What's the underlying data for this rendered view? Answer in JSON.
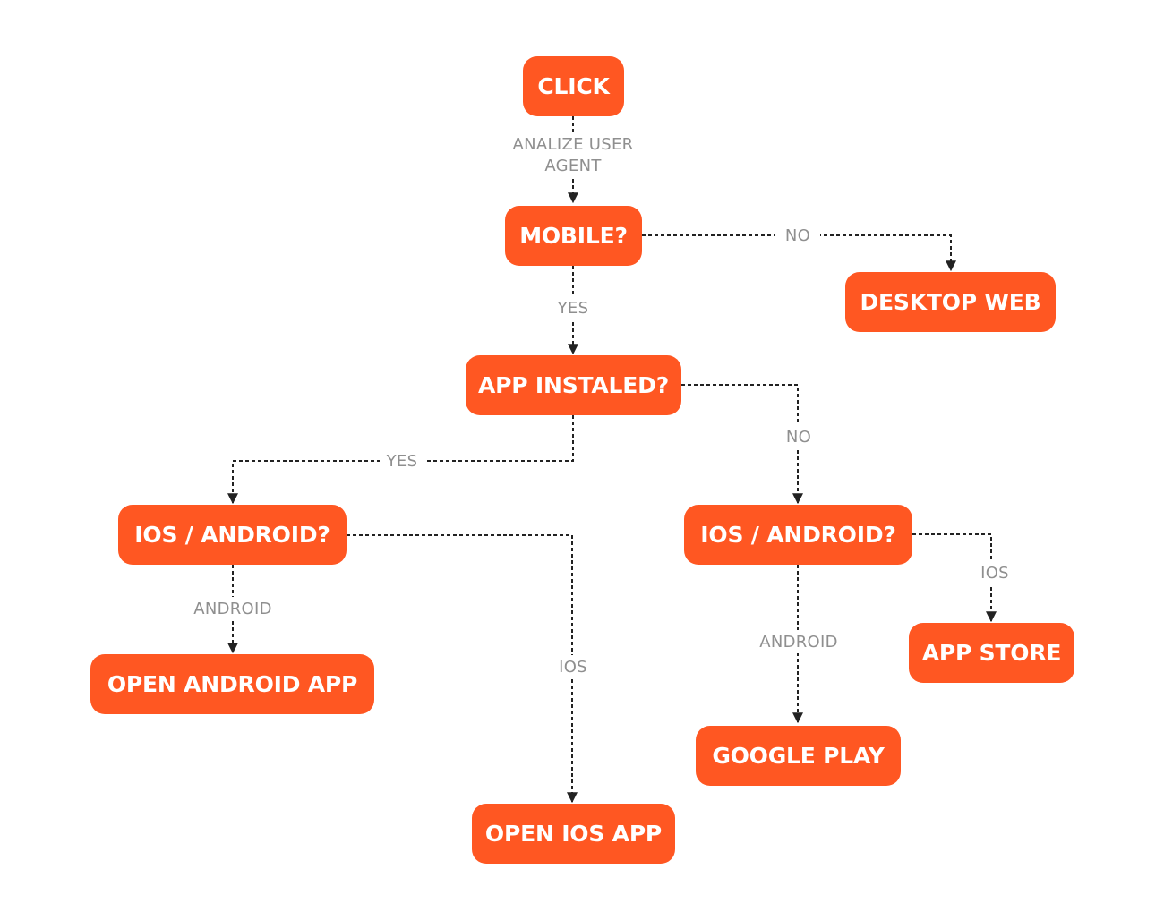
{
  "nodes": {
    "click": "CLICK",
    "mobile": "MOBILE?",
    "desktop_web": "DESKTOP WEB",
    "app_installed": "APP INSTALED?",
    "os_left": "IOS / ANDROID?",
    "os_right": "IOS / ANDROID?",
    "open_android_app": "OPEN ANDROID APP",
    "open_ios_app": "OPEN IOS APP",
    "google_play": "GOOGLE PLAY",
    "app_store": "APP STORE"
  },
  "edges": {
    "analyze_line1": "ANALIZE USER",
    "analyze_line2": "AGENT",
    "mobile_no": "NO",
    "mobile_yes": "YES",
    "installed_yes": "YES",
    "installed_no": "NO",
    "left_android": "ANDROID",
    "left_ios": "IOS",
    "right_android": "ANDROID",
    "right_ios": "IOS"
  },
  "colors": {
    "node_fill": "#ff5722",
    "node_text": "#ffffff",
    "edge": "#222222",
    "edge_label": "#8f8f8f"
  }
}
